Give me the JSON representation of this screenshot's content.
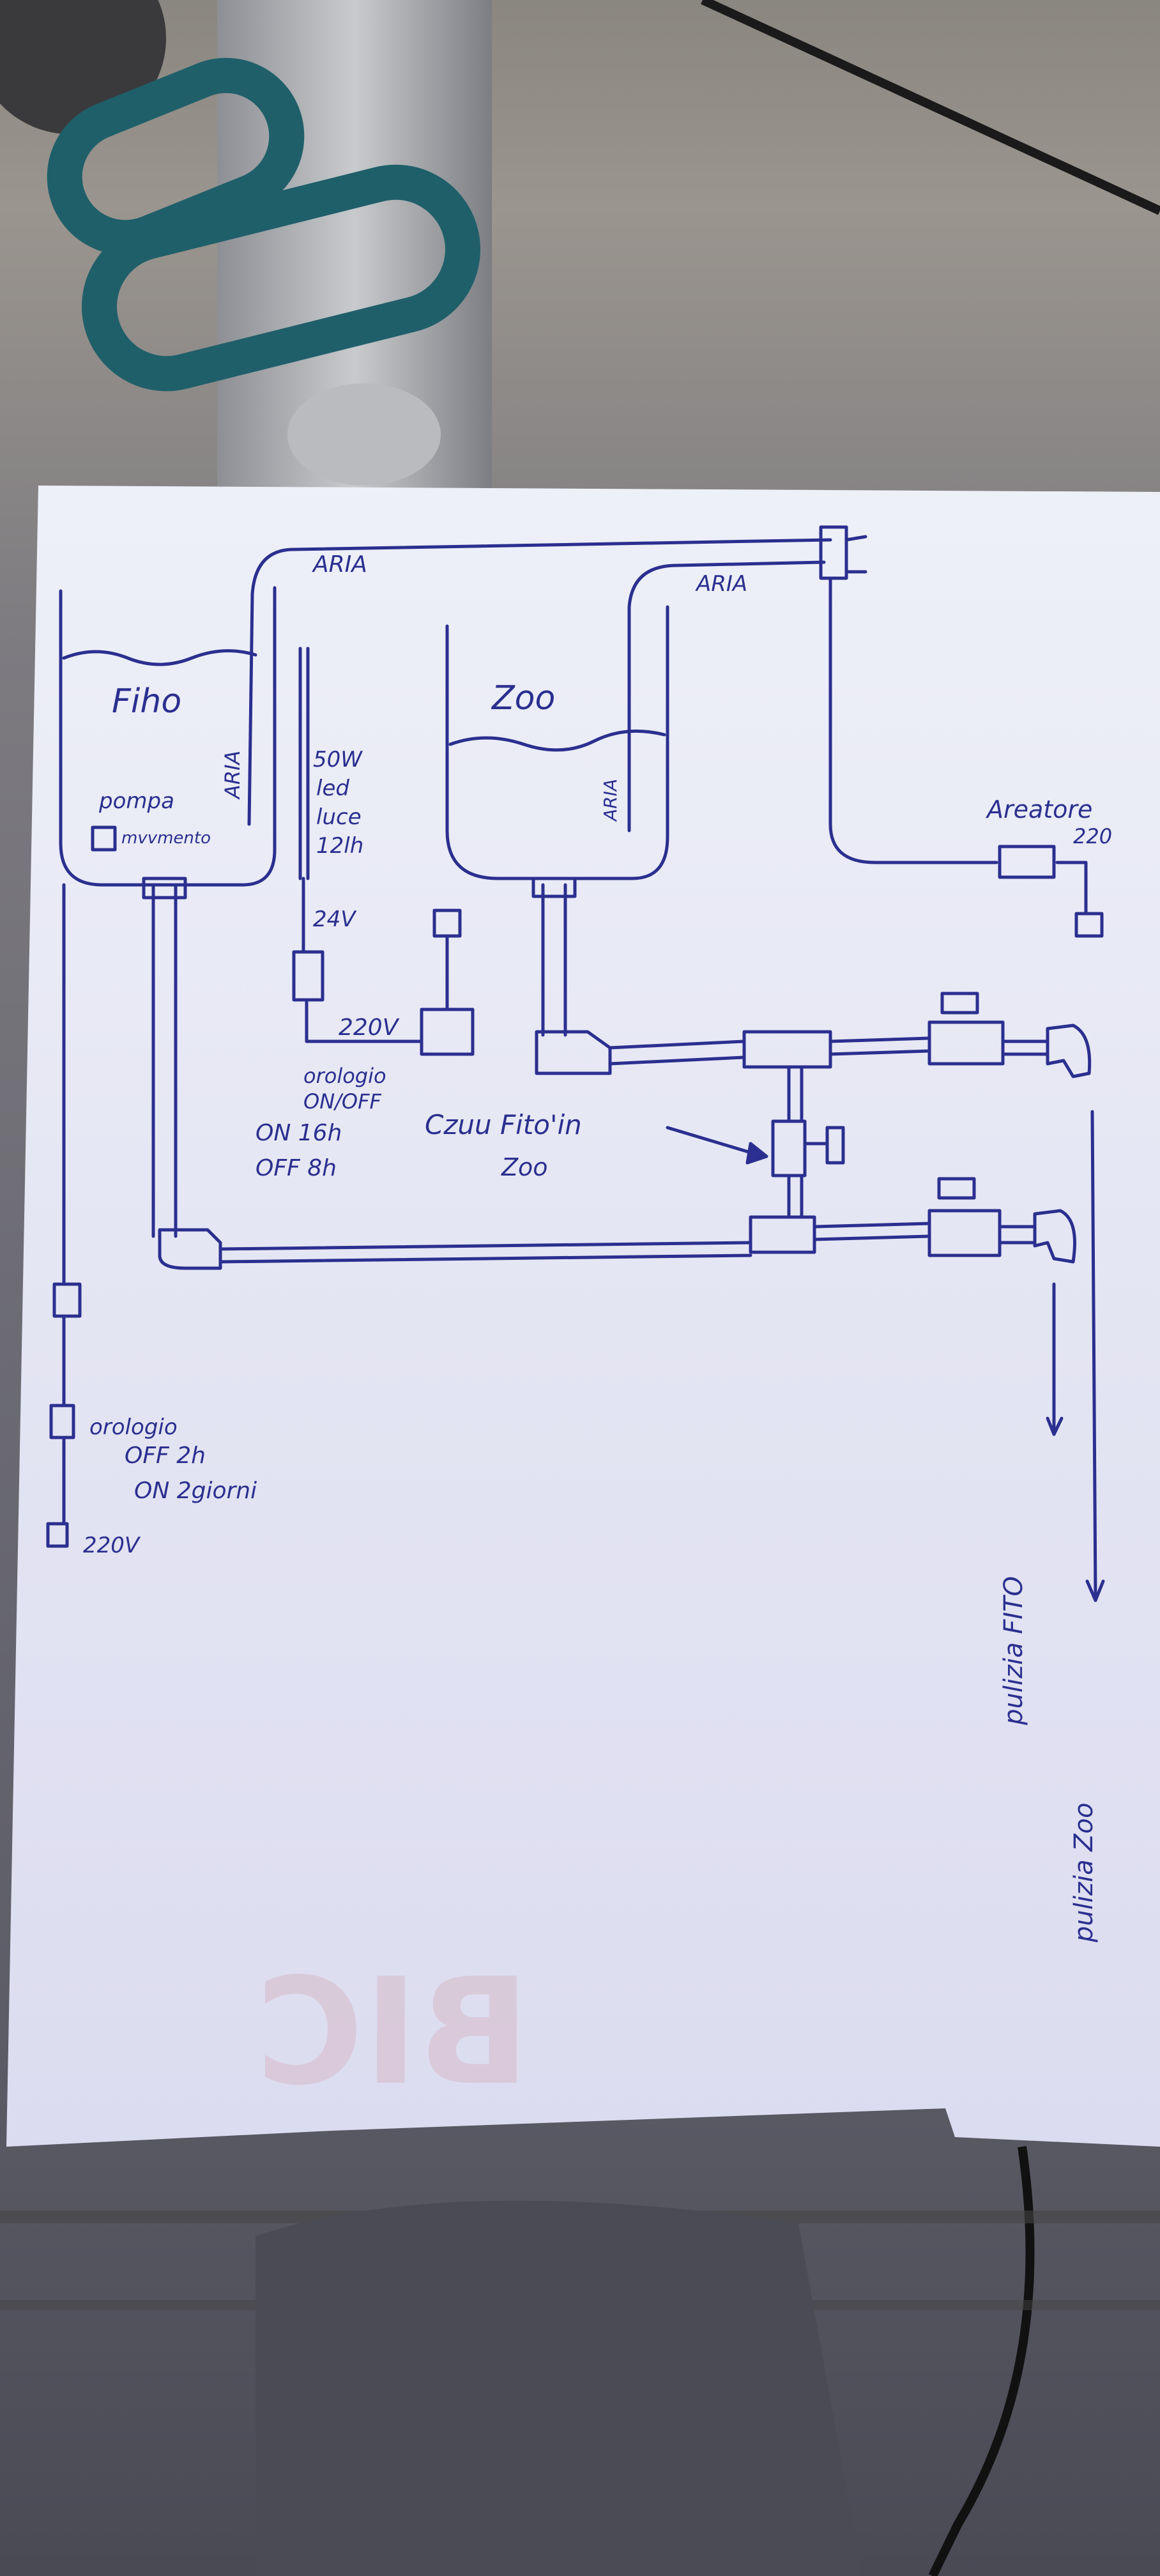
{
  "labels": {
    "aria_top_left": "ARIA",
    "aria_top_right": "ARIA",
    "fish_tank": "Fiho",
    "pump": "pompa",
    "mvment": "mvvmento",
    "aria_vertical_left": "ARIA",
    "led_1": "50W",
    "led_2": "led",
    "led_3": "luce",
    "led_4": "12lh",
    "zoo_tank": "Zoo",
    "aria_vertical_right": "ARIA",
    "aeratore": "Areatore",
    "v220_top": "220",
    "v24": "24V",
    "v220_mid": "220V",
    "timer1_1": "orologio",
    "timer1_2": "ON/OFF",
    "timer1_3": "ON 16h",
    "timer1_4": "OFF 8h",
    "fito_1": "Czuu Fito'in",
    "fito_2": "Zoo",
    "timer2_1": "orologio",
    "timer2_2": "OFF 2h",
    "timer2_3": "ON 2giorni",
    "v220_bottom": "220V",
    "drain_fito": "pulizia FITO",
    "drain_zoo": "pulizia Zoo",
    "paper_watermark": "BIC"
  },
  "colors": {
    "ink": "#2b2f8f",
    "paper": "#e6e6f3",
    "scissors": "#1f5f6a"
  }
}
